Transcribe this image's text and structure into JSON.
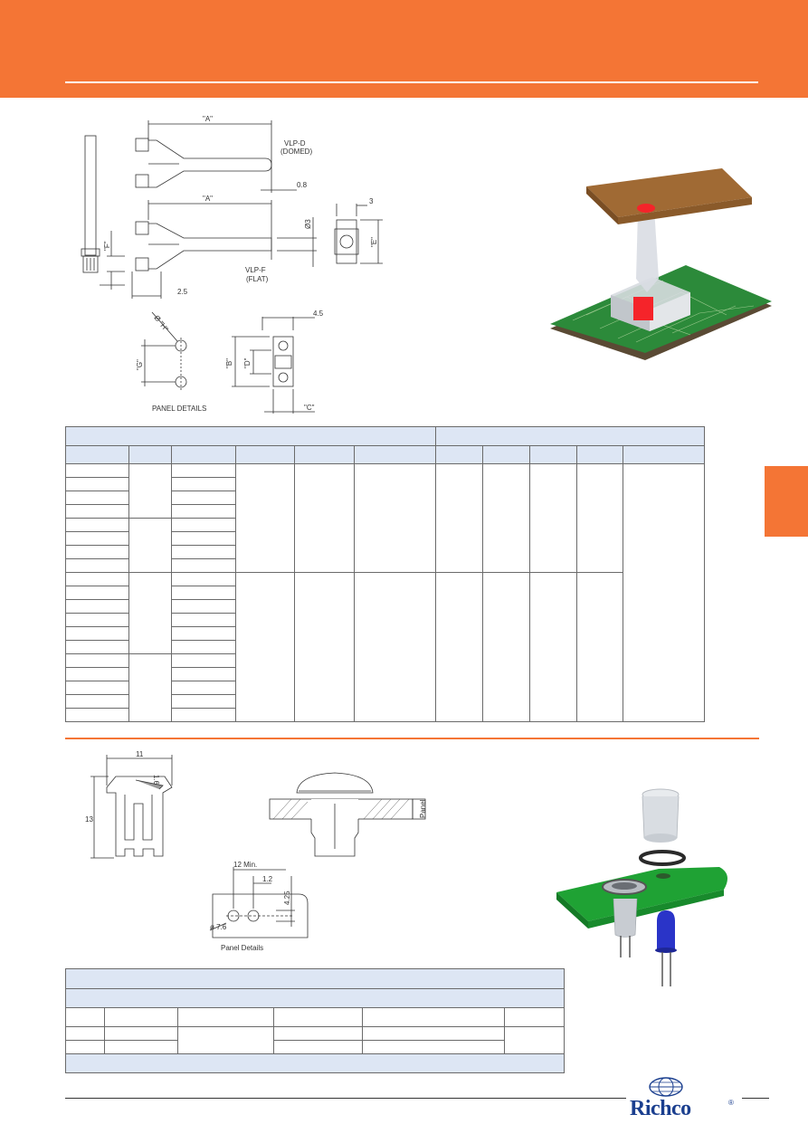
{
  "page": {
    "accent_color": "#f47535",
    "table_header_color": "#dde6f4"
  },
  "drawing1": {
    "dim_a_top": "\"A\"",
    "dim_a_bottom": "\"A\"",
    "vlp_d_line1": "VLP-D",
    "vlp_d_line2": "(DOMED)",
    "dim_08": "0.8",
    "dim_dia3": "Ø3",
    "dim_3": "3",
    "dim_e": "\"E\"",
    "dim_f": "\"F\"",
    "vlp_f_line1": "VLP-F",
    "vlp_f_line2": "(FLAT)",
    "dim_25": "2.5",
    "dim_h": "Ø \"H\"",
    "dim_45": "4.5",
    "dim_g": "\"G\"",
    "dim_b": "\"B\"",
    "dim_d": "\"D\"",
    "dim_c": "\"C\"",
    "panel_details": "PANEL DETAILS"
  },
  "drawing2": {
    "dim_11": "11",
    "dim_13": "13",
    "dim_165": "1.6",
    "panel_label": "Panel",
    "dim_12min": "12  Min.",
    "dim_12": "1.2",
    "dim_425": "4.25",
    "dim_dia76": "ø 7.6",
    "panel_details": "Panel Details"
  },
  "icons": {
    "photo1": "led-spacer-pcb-photo",
    "photo2": "led-mount-panel-photo",
    "logo": "richco-globe-logo"
  },
  "logo": {
    "name": "Richco",
    "reg": "®"
  }
}
